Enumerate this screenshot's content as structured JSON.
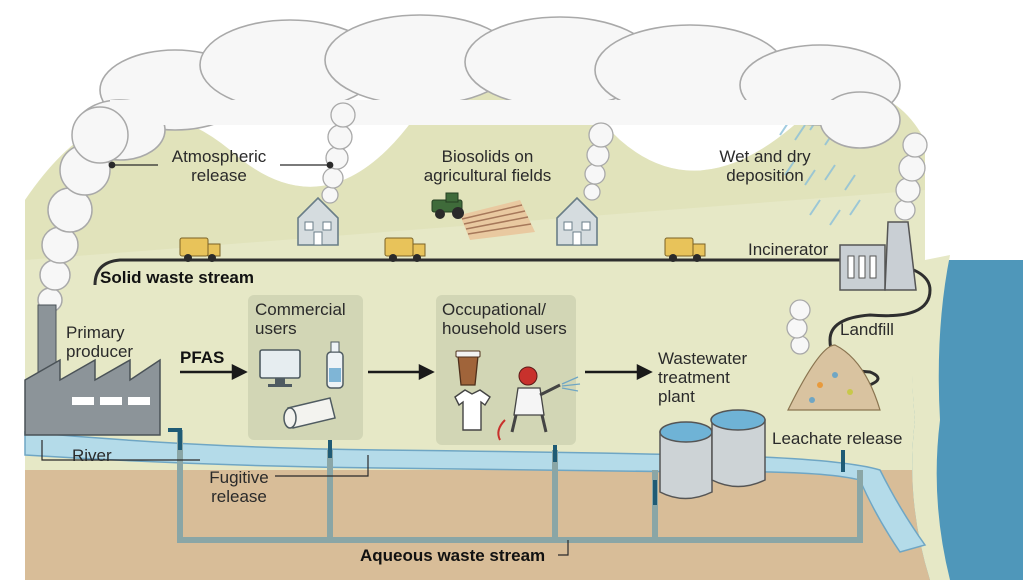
{
  "labels": {
    "atmospheric_release_1": "Atmospheric",
    "atmospheric_release_2": "release",
    "biosolids_1": "Biosolids on",
    "biosolids_2": "agricultural fields",
    "deposition_1": "Wet and dry",
    "deposition_2": "deposition",
    "incinerator": "Incinerator",
    "solid_waste_stream": "Solid waste stream",
    "primary_producer_1": "Primary",
    "primary_producer_2": "producer",
    "pfas": "PFAS",
    "commercial_users_1": "Commercial",
    "commercial_users_2": "users",
    "occupational_users_1": "Occupational/",
    "occupational_users_2": "household users",
    "wastewater_1": "Wastewater",
    "wastewater_2": "treatment",
    "wastewater_3": "plant",
    "landfill": "Landfill",
    "leachate_release": "Leachate release",
    "river": "River",
    "fugitive_release_1": "Fugitive",
    "fugitive_release_2": "release",
    "aqueous_waste_stream": "Aqueous waste stream"
  },
  "colors": {
    "sky_land": "#e6e8c6",
    "hills": "#dcdfb3",
    "soil": "#d8bd98",
    "river": "#b4dbe9",
    "ocean": "#4f97ba",
    "pipe": "#8aa6a6",
    "box": "#d2d6b5",
    "smoke": "#f7f7f7",
    "smoke_stroke": "#a9a9a9",
    "truck": "#e8c35a",
    "dark_pipe": "#1f5b75"
  }
}
